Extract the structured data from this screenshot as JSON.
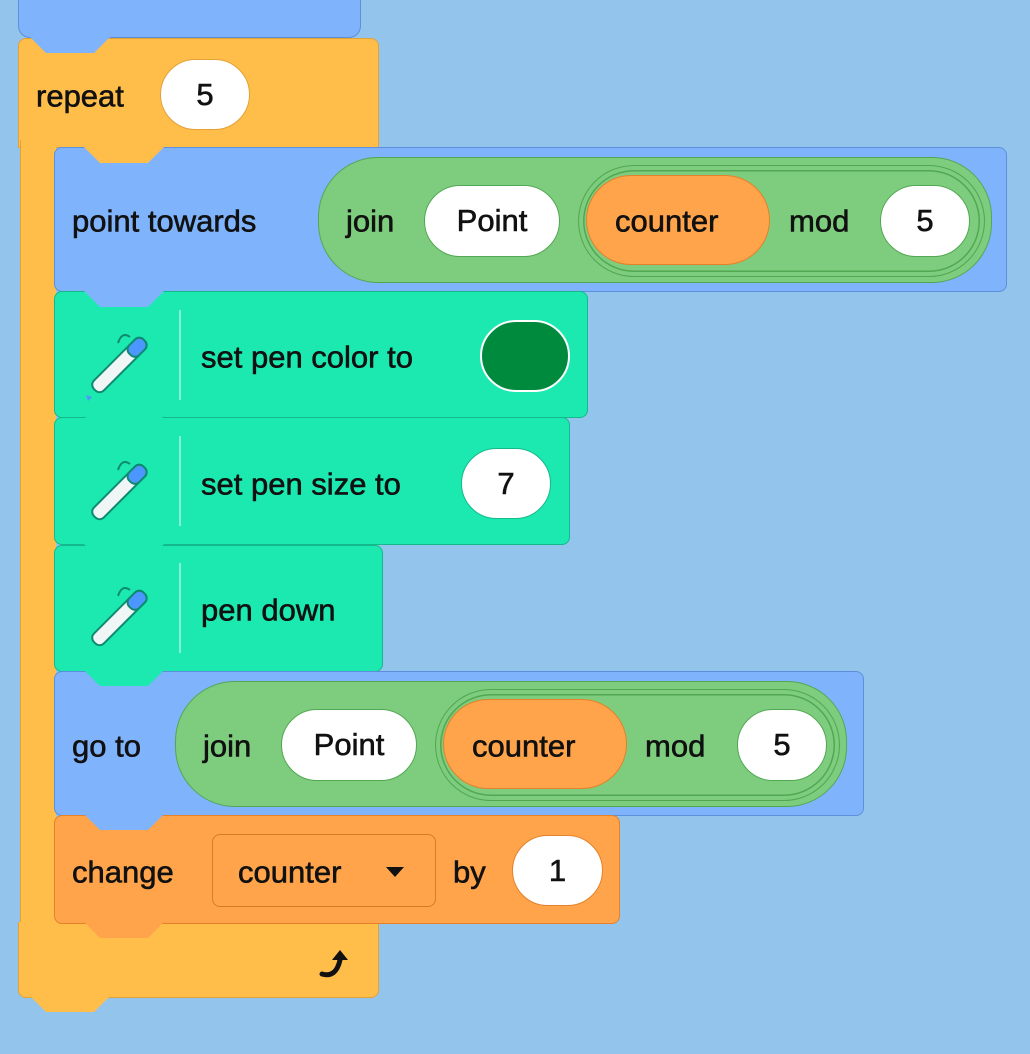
{
  "script": {
    "repeat": {
      "label": "repeat",
      "times": "5"
    },
    "point_towards": {
      "label": "point towards",
      "join_label": "join",
      "join_text": "Point",
      "variable": "counter",
      "mod_label": "mod",
      "mod_value": "5"
    },
    "set_pen_color": {
      "label": "set pen color to",
      "color": "#008A3E",
      "icon": "pen-icon"
    },
    "set_pen_size": {
      "label": "set pen size to",
      "value": "7",
      "icon": "pen-icon"
    },
    "pen_down": {
      "label": "pen down",
      "icon": "pen-icon"
    },
    "go_to": {
      "label": "go to",
      "join_label": "join",
      "join_text": "Point",
      "variable": "counter",
      "mod_label": "mod",
      "mod_value": "5"
    },
    "change": {
      "label": "change",
      "variable": "counter",
      "by_label": "by",
      "value": "1"
    },
    "loop_icon": "loop-arrow-icon"
  },
  "colors": {
    "background": "#93C5EC",
    "motion": "#7FB3FC",
    "control": "#FFBD4A",
    "pen": "#1CE9B0",
    "operators": "#7ECD7E",
    "variables": "#FFA44A"
  }
}
